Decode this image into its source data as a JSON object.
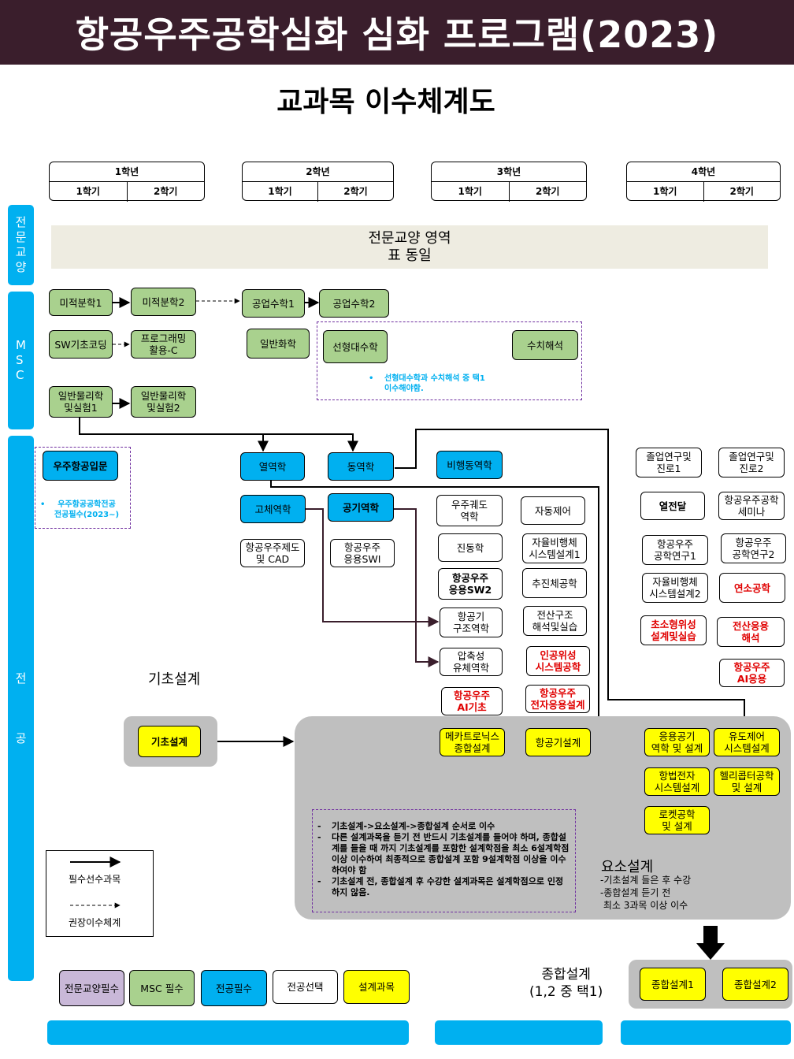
{
  "header": {
    "title": "항공우주공학심화 심화 프로그램(2023)",
    "subtitle": "교과목 이수체계도"
  },
  "years": [
    {
      "year": "1학년",
      "sem1": "1학기",
      "sem2": "2학기"
    },
    {
      "year": "2학년",
      "sem1": "1학기",
      "sem2": "2학기"
    },
    {
      "year": "3학년",
      "sem1": "1학기",
      "sem2": "2학기"
    },
    {
      "year": "4학년",
      "sem1": "1학기",
      "sem2": "2학기"
    }
  ],
  "sections": {
    "general": "전\n문\n교\n양",
    "msc": "M\nS\nC",
    "major": "전\n\n\n\n공"
  },
  "general_area": {
    "line1": "전문교양 영역",
    "line2": "표 동일"
  },
  "msc": {
    "calc1": "미적분학1",
    "calc2": "미적분학2",
    "engmath1": "공업수학1",
    "engmath2": "공업수학2",
    "swcoding": "SW기초코딩",
    "programming": "프로그래밍\n활용-C",
    "chem": "일반화학",
    "linalg": "선형대수학",
    "numerical": "수치해석",
    "phys1": "일반물리학\n및실험1",
    "phys2": "일반물리학\n및실험2",
    "note_bullet": "•",
    "note": "선형대수학과 수치해석 중 택1\n이수해야함."
  },
  "major": {
    "intro": "우주항공입문",
    "intro_bullet": "•",
    "intro_note": "우주항공공학전공\n전공필수(2023~)",
    "thermo": "열역학",
    "dynamics": "동역학",
    "flight_dyn": "비행동역학",
    "solid": "고체역학",
    "aero": "공기역학",
    "orbit": "우주궤도\n역학",
    "auto_control": "자동제어",
    "control_cad": "항공우주제도\n및 CAD",
    "sw1": "항공우주\n응용SWI",
    "vibration": "진동학",
    "autonomous1": "자율비행체\n시스템설계1",
    "sw2": "항공우주\n응용SW2",
    "propulsion": "추진체공학",
    "aircraft_struct": "항공기\n구조역학",
    "comp_struct": "전산구조\n해석및실습",
    "compressible": "압축성\n유체역학",
    "ai_sat": "인공위성\n시스템공학",
    "ai_basic": "항공우주\nAI기초",
    "electronics": "항공우주\n전자응용설계",
    "thesis1": "졸업연구및\n진로1",
    "thesis2": "졸업연구및\n진로2",
    "heat": "열전달",
    "seminar": "항공우주공학\n세미나",
    "research1": "항공우주\n공학연구1",
    "research2": "항공우주\n공학연구2",
    "autonomous2": "자율비행체\n시스템설계2",
    "combustion": "연소공학",
    "smallsat": "초소형위성\n설계및실습",
    "cfd": "전산응용\n해석",
    "ai_app": "항공우주\nAI응용",
    "basic_design_label": "기초설계",
    "basic_design": "기초설계",
    "mechatronics": "메카트로닉스\n종합설계",
    "aircraft_design": "항공기설계",
    "applied_aero": "응용공기\n역학 및 설계",
    "guidance": "유도제어\n시스템설계",
    "avionics": "항법전자\n시스템설계",
    "helicopter": "헬리콥터공학\n및 설계",
    "rocket": "로켓공학\n및 설계",
    "design_notes": [
      "기초설계->요소설계->종합설계 순서로 이수",
      "다른 설계과목을 듣기 전 반드시 기초설계를 들어야 하며, 종합설계를 들을 때 까지 기초설계를 포함한 설계학점을 최소 6설계학점 이상 이수하여 최종적으로 종합설계 포함 9설계학점 이상을 이수하여야 함",
      "기초설계 전, 종합설계 후 수강한 설계과목은 설계학점으로 인정하지 않음."
    ],
    "design_bullet": "-",
    "element_title": "요소설계",
    "element_notes": "-기초설계 들은 후 수강\n-종합설계 듣기 전\n 최소 3과목 이상 이수",
    "capstone_title": "종합설계\n(1,2 중 택1)",
    "capstone1": "종합설계1",
    "capstone2": "종합설계2"
  },
  "legend": {
    "required": "필수선수과목",
    "recommended": "권장이수체계"
  },
  "color_legend": [
    {
      "label": "전문교양필수",
      "color": "#c9b8d8"
    },
    {
      "label": "MSC  필수",
      "color": "#a9d18e"
    },
    {
      "label": "전공필수",
      "color": "#00b0f0"
    },
    {
      "label": "전공선택",
      "color": "#ffffff"
    },
    {
      "label": "설계과목",
      "color": "#ffff00"
    }
  ]
}
